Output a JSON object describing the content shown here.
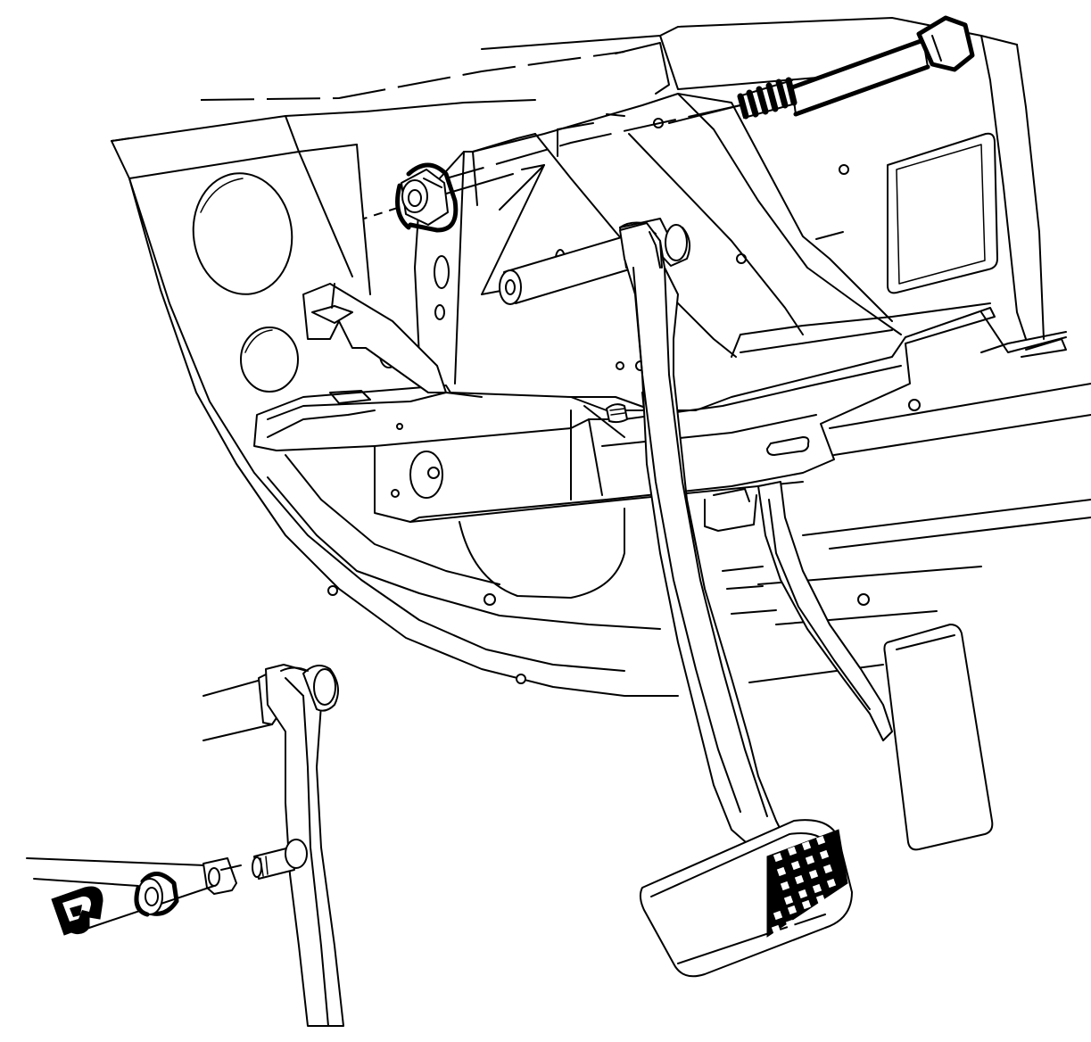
{
  "diagram": {
    "view": "exploded view",
    "parts": [
      "cowl-panel",
      "pedal-bracket",
      "pivot-bolt",
      "pivot-nut",
      "brake-pedal-arm",
      "brake-pedal-pad",
      "accelerator-pedal",
      "pushrod-clevis",
      "clevis-pin",
      "washer",
      "retainer-clip"
    ],
    "colors": {
      "line": "#000000",
      "background": "#ffffff"
    }
  }
}
